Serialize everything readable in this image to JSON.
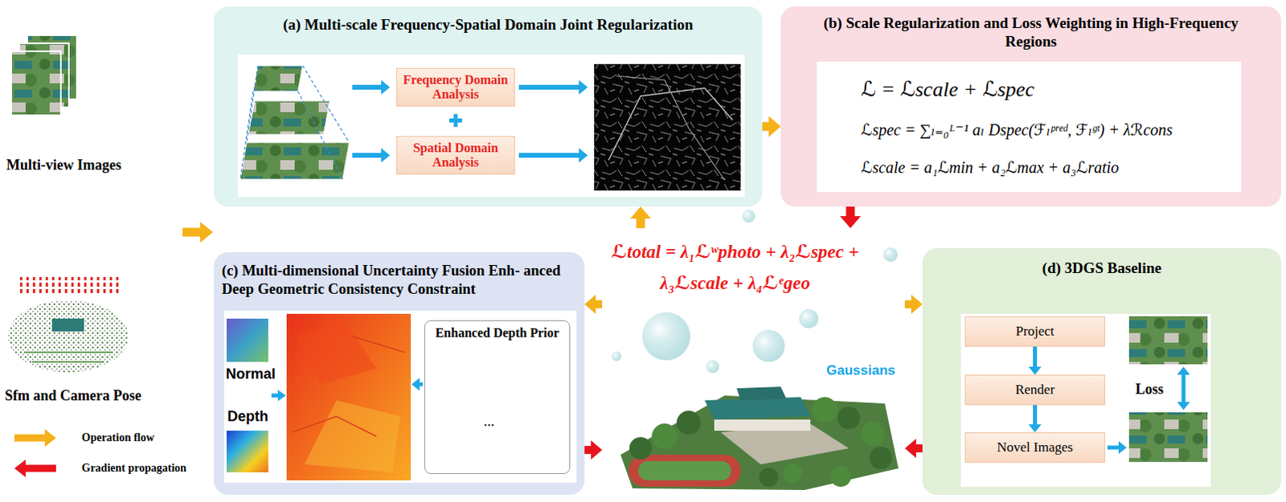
{
  "diagram": {
    "nodes": [
      {
        "text": [
          "(a) Multi-scale Frequency-Spatial Domain Joint Regularization"
        ]
      },
      {
        "text": [
          "Frequency Domain Analysis"
        ],
        "in": 0
      },
      {
        "text": [
          "Spatial Domain Analysis"
        ],
        "in": 0
      },
      {
        "text": [
          "(b) Scale Regularization and Loss Weighting in High-Frequency Regions"
        ]
      },
      {
        "text": [
          "ℒ = ℒscale + ℒspec",
          "ℒspec = ∑ₗ₌₀ᴸ⁻¹ aₗ Dspec(ℱₗᵖʳᵉᵈ, ℱₗᵍᵗ) + λℛcons",
          "ℒscale = a₁ℒmin + a₂ℒmax + a₃ℒratio"
        ],
        "in": 3
      },
      {
        "text": [
          "(c) Multi-dimensional Uncertainty Fusion Enh- anced Deep Geometric Consistency Constraint"
        ]
      },
      {
        "text": [
          "Enhanced Depth Prior"
        ],
        "in": 5
      },
      {
        "text": [
          "Gaussians"
        ]
      },
      {
        "text": [
          "(d) 3DGS Baseline"
        ]
      },
      {
        "text": [
          "Project"
        ],
        "in": 8
      },
      {
        "text": [
          "Render"
        ],
        "in": 8
      },
      {
        "text": [
          "Novel Images"
        ],
        "in": 8
      }
    ],
    "edges": [
      {
        "from": 0,
        "to": 3,
        "arrow": "to"
      },
      {
        "from": 3,
        "to": 7,
        "arrow": "to"
      },
      {
        "from": 7,
        "to": 0,
        "arrow": "to"
      },
      {
        "from": 7,
        "to": 5,
        "arrow": "to"
      },
      {
        "from": 7,
        "to": 8,
        "arrow": "to"
      },
      {
        "from": 8,
        "to": 7,
        "arrow": "to"
      },
      {
        "from": 5,
        "to": 7,
        "arrow": "to"
      },
      {
        "from": 9,
        "to": 10,
        "arrow": "to"
      },
      {
        "from": 10,
        "to": 11,
        "arrow": "to"
      }
    ],
    "labels": [
      "Multi-view Images",
      "Sfm and Camera Pose",
      "ℒtotal = λ₁ℒʷphoto + λ₂ℒspec + λ₃ℒscale + λ₄ℒᵉgeo",
      "Normal",
      "Depth",
      "Loss",
      "..."
    ],
    "legend": [
      {
        "text": "Operation flow"
      },
      {
        "text": "Gradient propagation"
      }
    ]
  }
}
